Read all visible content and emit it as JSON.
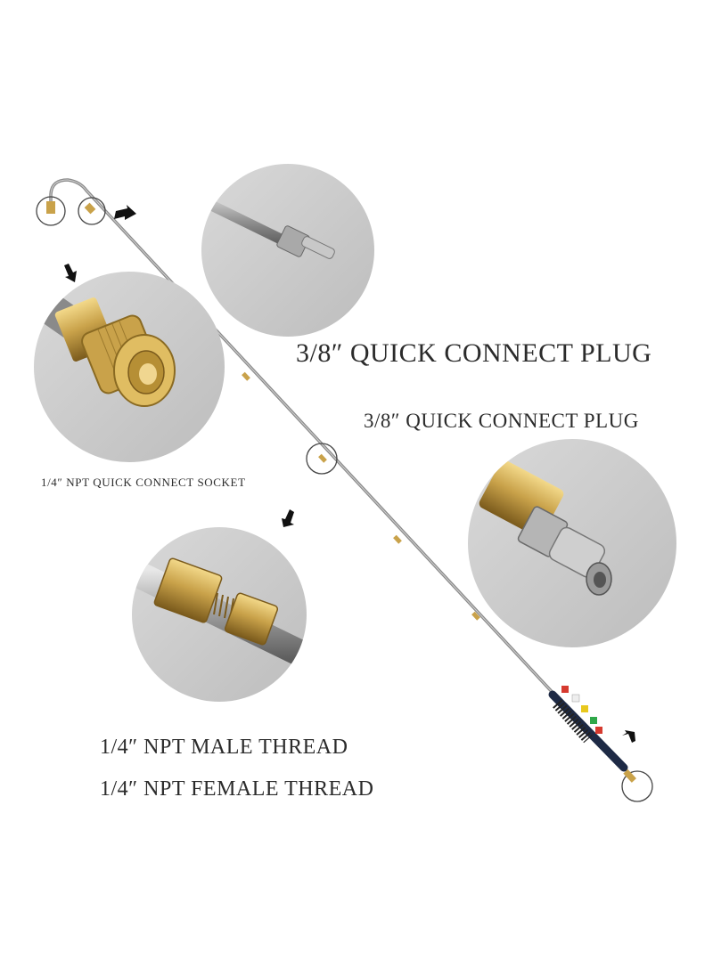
{
  "labels": {
    "plug_large": "3/8″ QUICK CONNECT PLUG",
    "plug_small": "3/8″ QUICK CONNECT PLUG",
    "socket": "1/4″ NPT QUICK CONNECT SOCKET",
    "male_thread": "1/4″ NPT MALE THREAD",
    "female_thread": "1/4″ NPT FEMALE THREAD"
  },
  "colors": {
    "brass": "#c9a24a",
    "steel": "#9a9a9a",
    "background": "#ffffff",
    "nozzle_red": "#d63a2f",
    "nozzle_yellow": "#e8c81e",
    "nozzle_green": "#2fa84a",
    "nozzle_white": "#eeeeee",
    "nozzle_black": "#222222"
  }
}
